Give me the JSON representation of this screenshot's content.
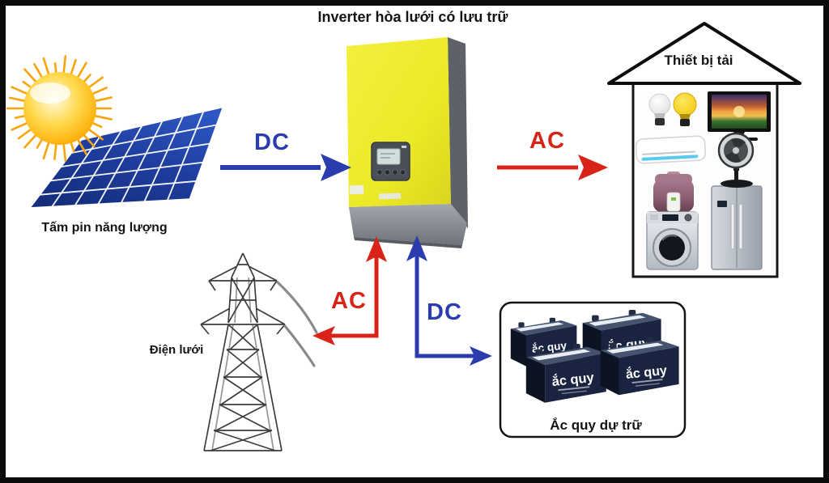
{
  "title": "Inverter hòa lưới có lưu trữ",
  "labels": {
    "solar_panel": "Tấm pin năng lượng",
    "grid": "Điện lưới",
    "load": "Thiết bị tải",
    "battery_bank": "Ắc quy dự trữ"
  },
  "flows": {
    "dc_solar": "DC",
    "ac_load": "AC",
    "ac_grid": "AC",
    "dc_battery": "DC"
  },
  "battery_unit_label": "ắc quy",
  "colors": {
    "dc_blue": "#2b3caf",
    "ac_red": "#d92318",
    "panel_blue": "#1e3d9e",
    "inverter_yellow": "#ece928"
  }
}
